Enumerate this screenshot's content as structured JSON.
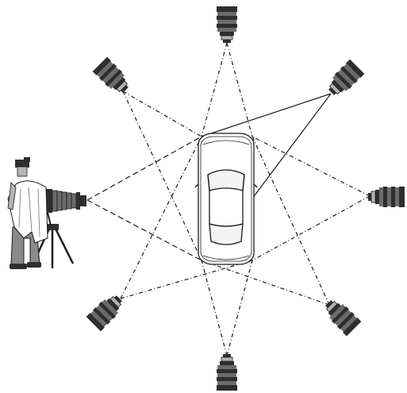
{
  "diagram": {
    "colors": {
      "background": "#ffffff",
      "line": "#1a1a1a",
      "camera_dark": "#2e2e2e",
      "camera_mid": "#6b6b6b",
      "camera_light": "#b5b5b5",
      "car_body": "#ffffff",
      "figure_gray": "#8a8a8a"
    },
    "cameras": [
      {
        "id": "top",
        "icon": "camera-lens-icon"
      },
      {
        "id": "top-left",
        "icon": "camera-lens-icon"
      },
      {
        "id": "top-right",
        "icon": "camera-lens-icon"
      },
      {
        "id": "right",
        "icon": "camera-lens-icon"
      },
      {
        "id": "bottom-right",
        "icon": "camera-lens-icon"
      },
      {
        "id": "bottom",
        "icon": "camera-lens-icon"
      },
      {
        "id": "bottom-left",
        "icon": "camera-lens-icon"
      },
      {
        "id": "left",
        "icon": "view-camera-icon"
      }
    ],
    "subject": {
      "icon": "car-top-view-icon"
    },
    "operator": {
      "icon": "photographer-icon"
    }
  }
}
